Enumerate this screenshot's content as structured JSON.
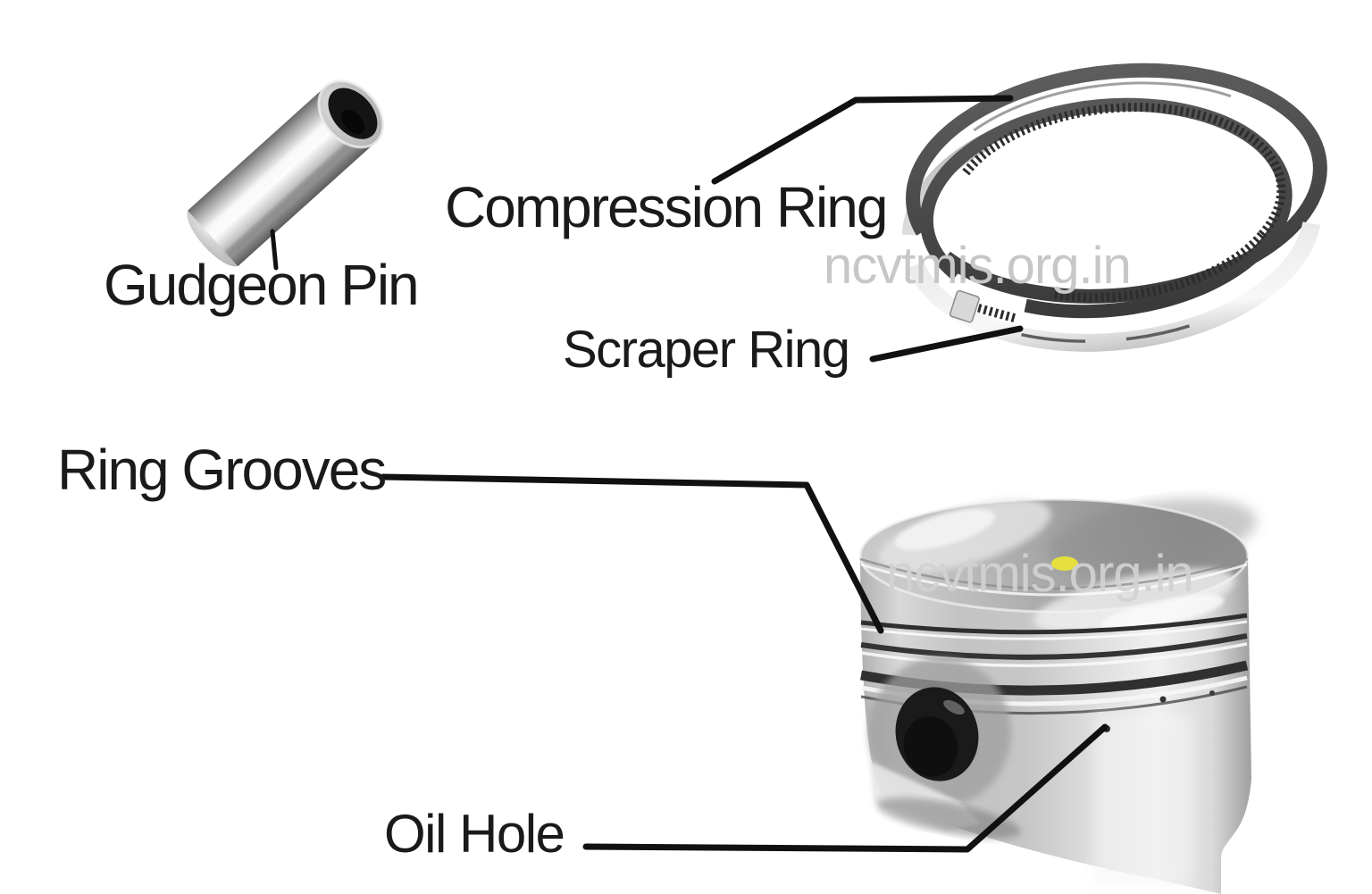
{
  "figure": {
    "type": "labeled-diagram",
    "subject": "Piston, piston rings and gudgeon pin parts",
    "labels": {
      "gudgeon_pin": "Gudgeon Pin",
      "compression_ring": "Compression Ring",
      "scraper_ring": "Scraper Ring",
      "ring_grooves": "Ring Grooves",
      "oil_hole": "Oil Hole"
    },
    "watermark": {
      "text": "ncvtmis.org.in",
      "color": "#c7c7c7",
      "occurrences": 2
    },
    "colors": {
      "background": "#ffffff",
      "label_text": "#1a1a1a",
      "leader_line": "#111111",
      "ring_dark": "#4a4a4a",
      "metal_silver": "#d9d9d9",
      "pin_hole_dark": "#141414",
      "crown_dot_yellow": "#e4df3e"
    }
  }
}
